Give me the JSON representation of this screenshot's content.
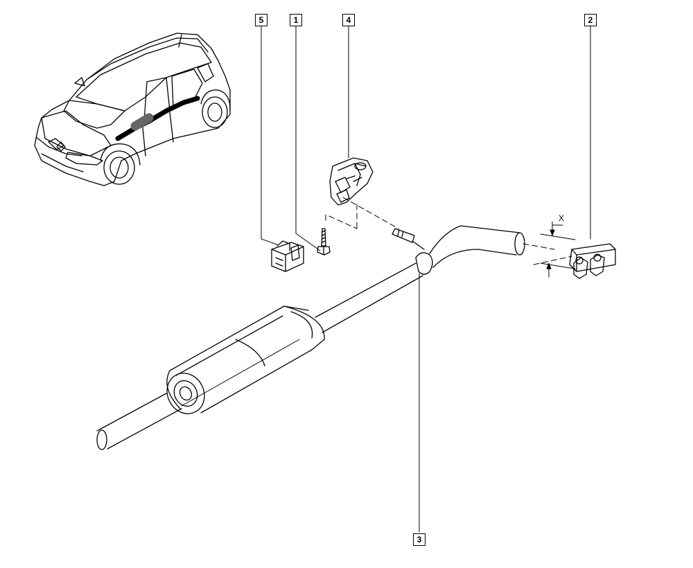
{
  "callouts": {
    "c1": "1",
    "c2": "2",
    "c3": "3",
    "c4": "4",
    "c5": "5"
  },
  "dimension_label": "X",
  "colors": {
    "line": "#000000",
    "background": "#ffffff"
  },
  "icons": [
    "car-illustration",
    "exhaust-pipe",
    "rubber-mount",
    "bracket",
    "bolt",
    "clip",
    "silencer"
  ]
}
